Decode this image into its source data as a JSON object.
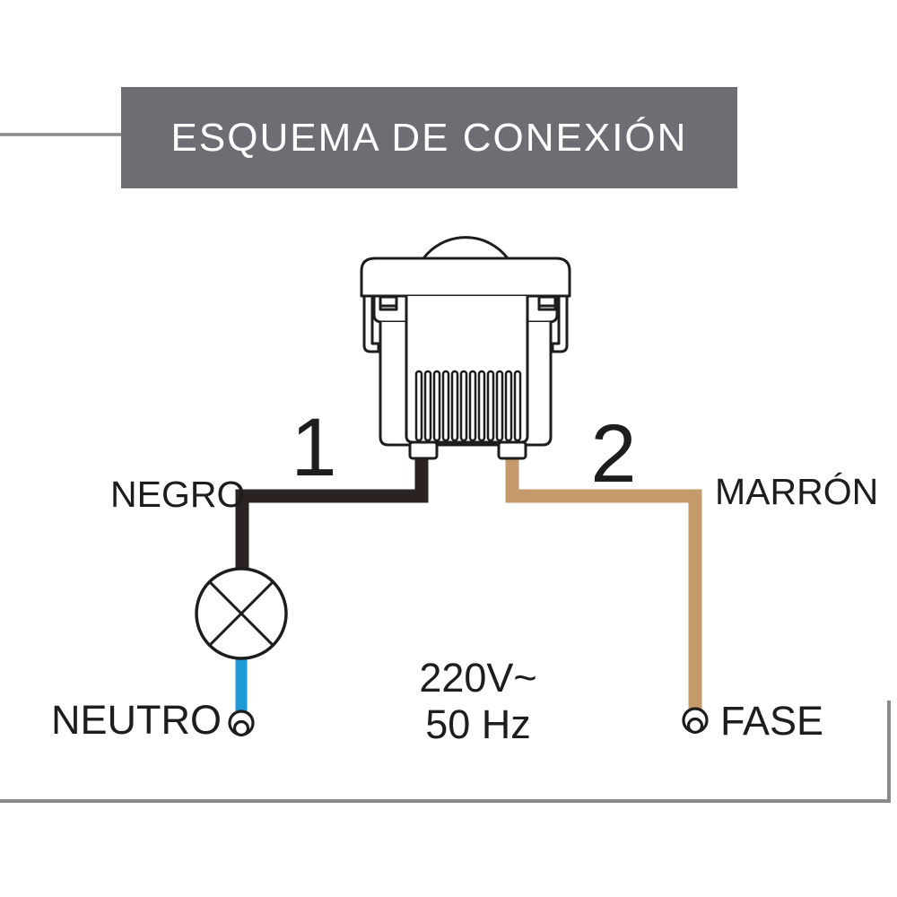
{
  "header": {
    "title": "ESQUEMA DE CONEXIÓN",
    "bg_color": "#6E6D73",
    "text_color": "#FFFFFF"
  },
  "colors": {
    "line": "#1D1D1B",
    "frame": "#8A8A8A",
    "wire_black": "#2A2321",
    "wire_brown": "#C49A6B",
    "wire_blue": "#1F9AD6"
  },
  "diagram": {
    "wire1": {
      "number": "1",
      "label": "NEGRO"
    },
    "wire2": {
      "number": "2",
      "label": "MARRÓN"
    },
    "neutral_label": "NEUTRO",
    "phase_label": "FASE",
    "rating": {
      "voltage": "220V~",
      "frequency": "50 Hz"
    }
  }
}
